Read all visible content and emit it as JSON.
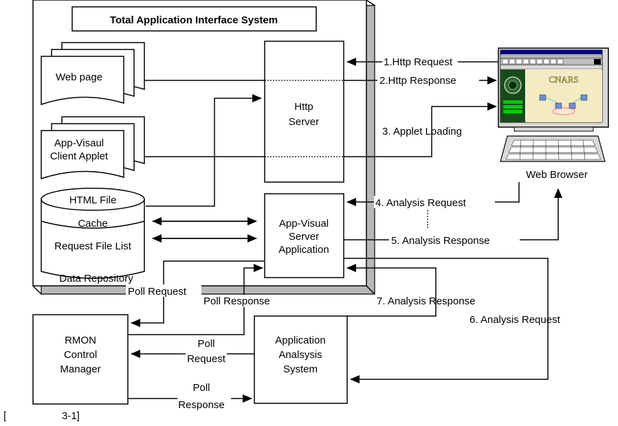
{
  "system": {
    "title": "Total Application Interface  System",
    "web_page": "Web page",
    "applet_line1": "App-Visaul",
    "applet_line2": "Client Applet",
    "http_line1": "Http",
    "http_line2": "Server",
    "cache_line1": "HTML File",
    "cache_line2": "Cache",
    "request_list": "Request File List",
    "repository": "Data Repository",
    "app_line1": "App-Visual",
    "app_line2": "Server",
    "app_line3": "Application"
  },
  "external": {
    "rmon_line1": "RMON",
    "rmon_line2": "Control",
    "rmon_line3": "Manager",
    "analysis_line1": "Application",
    "analysis_line2": "Analsysis",
    "analysis_line3": "System",
    "browser": "Web Browser"
  },
  "screen": {
    "banner": "CNARS"
  },
  "flows": {
    "f1": "1.Http Request",
    "f2": "2.Http Response",
    "f3": "3. Applet Loading",
    "f4": "4. Analysis Request",
    "f5": "5. Analysis Response",
    "f6": "6. Analysis Request",
    "f7": "7. Analysis Response",
    "poll_request_top": "Poll Request",
    "poll_response_top": "Poll Response",
    "poll_req_a": "Poll",
    "poll_req_b": "Request",
    "poll_resp_a": "Poll",
    "poll_resp_b": "Response"
  },
  "caption": {
    "open": "[",
    "number": "3-1]"
  }
}
